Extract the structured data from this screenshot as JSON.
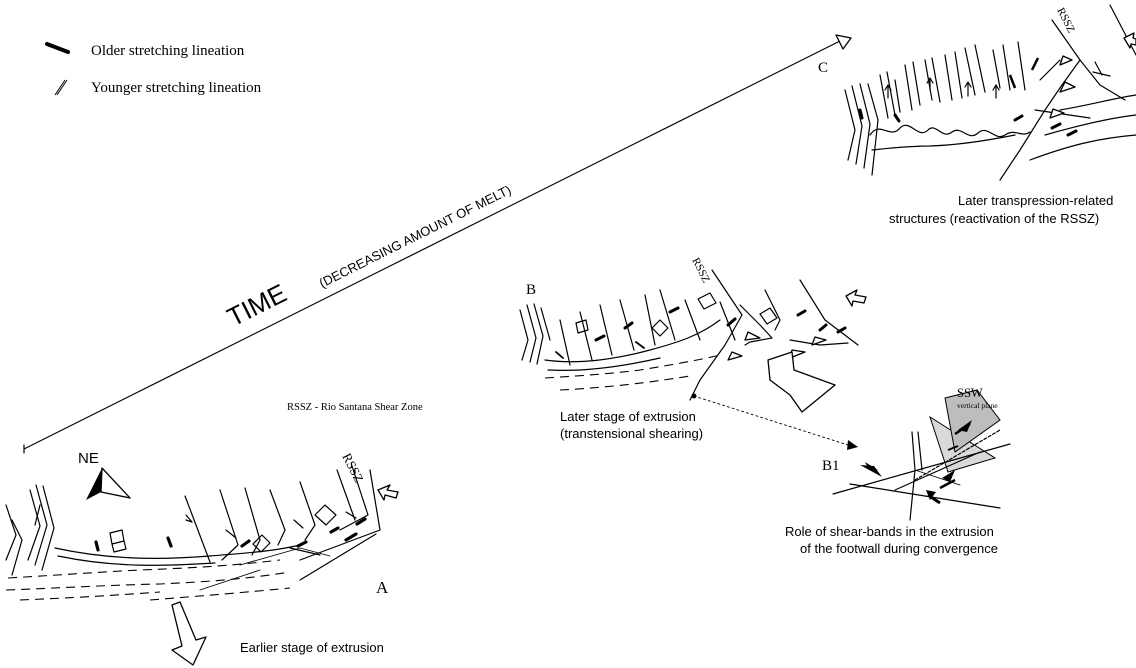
{
  "legend": {
    "older_label": "Older stretching lineation",
    "younger_label": "Younger stretching lineation",
    "abbreviation_note": "RSSZ - Rio Santana Shear Zone"
  },
  "time_axis": {
    "title": "TIME",
    "subtitle": "(DECREASING AMOUNT OF MELT)"
  },
  "compass": {
    "label": "NE"
  },
  "panels": {
    "a": {
      "letter": "A",
      "zone_label": "RSSZ",
      "caption": "Earlier stage of extrusion"
    },
    "b": {
      "letter": "B",
      "zone_label": "RSSZ",
      "caption_line1": "Later stage of extrusion",
      "caption_line2": "(transtensional shearing)"
    },
    "b1": {
      "letter": "B1",
      "direction_label": "SSW",
      "plane_label": "vertical plane",
      "caption_line1": "Role of shear-bands in the extrusion",
      "caption_line2": "of the footwall during convergence"
    },
    "c": {
      "letter": "C",
      "zone_label": "RSSZ",
      "caption_line1": "Later transpression-related",
      "caption_line2": "structures (reactivation of the RSSZ)"
    }
  },
  "colors": {
    "ink": "#000000",
    "light_grey": "#d9d9d9",
    "mid_grey": "#bdbdbd"
  }
}
